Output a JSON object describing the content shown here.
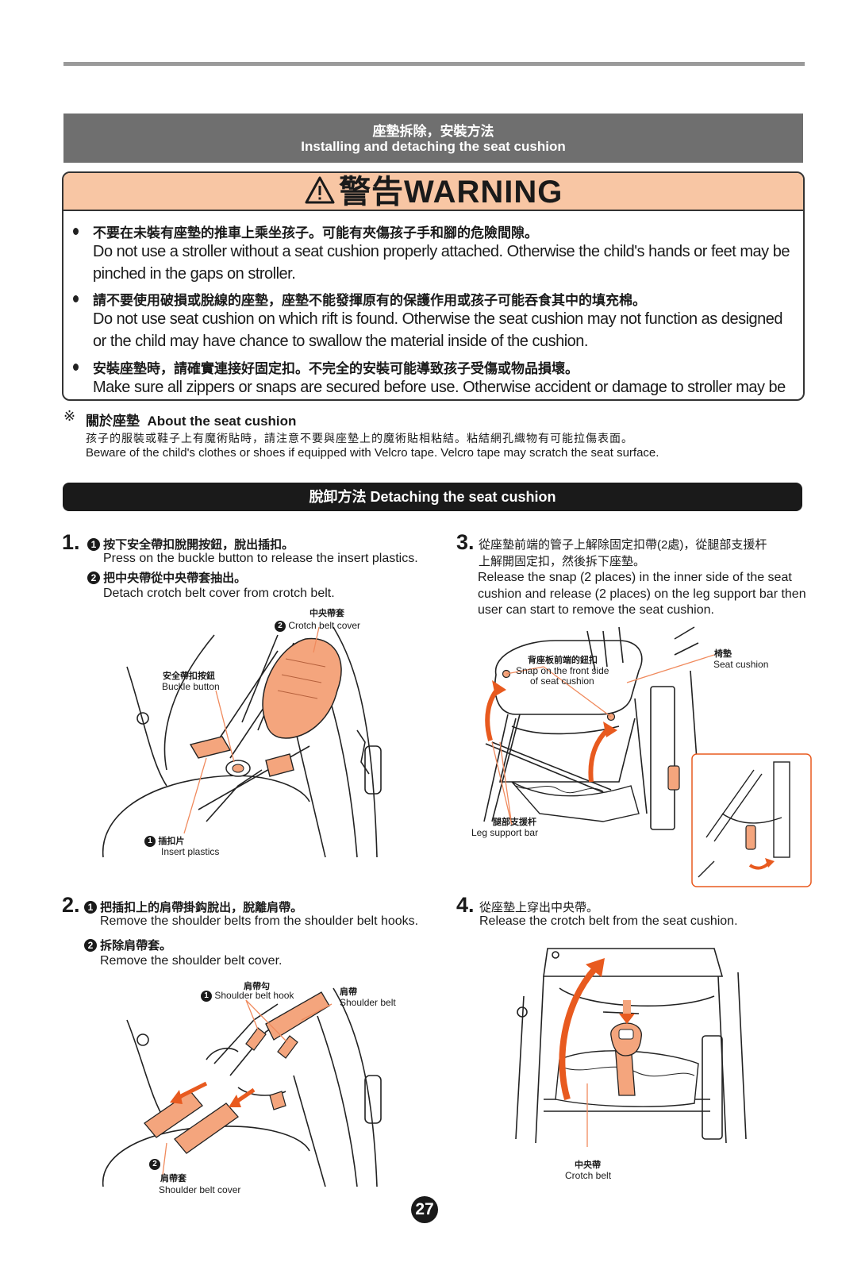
{
  "header": {
    "title_zh": "座墊拆除，安裝方法",
    "title_en": "Installing and detaching the seat cushion"
  },
  "warning": {
    "title": "警告WARNING",
    "items": [
      {
        "zh": "不要在未裝有座墊的推車上乘坐孩子。可能有夾傷孩子手和腳的危險間隙。",
        "en": "Do not use a stroller without a seat cushion properly attached. Otherwise the child's hands or feet may be pinched in the gaps on stroller."
      },
      {
        "zh": "請不要使用破損或脫線的座墊，座墊不能發揮原有的保護作用或孩子可能吞食其中的填充棉。",
        "en": "Do not use seat cushion on which rift is found. Otherwise the seat cushion may not function as designed or the child may have chance to swallow the material inside of the cushion."
      },
      {
        "zh": "安裝座墊時，請確實連接好固定扣。不完全的安裝可能導致孩子受傷或物品損壞。",
        "en": "Make sure all zippers or snaps are secured before use. Otherwise accident or damage to stroller may be caused."
      }
    ]
  },
  "note": {
    "mark": "※",
    "title_zh": "關於座墊",
    "title_en": "About the seat cushion",
    "zh": "孩子的服裝或鞋子上有魔術貼時，請注意不要與座墊上的魔術貼相粘結。粘結網孔織物有可能拉傷表面。",
    "en": "Beware of the child's clothes or shoes if equipped with Velcro tape. Velcro tape may scratch the seat surface."
  },
  "detaching": {
    "title": "脫卸方法 Detaching the seat cushion"
  },
  "steps": {
    "s1": {
      "num": "1.",
      "a_zh": "按下安全帶扣脫開按鈕，脫出插扣。",
      "a_en": "Press on the buckle button to release the insert plastics.",
      "b_zh": "把中央帶從中央帶套抽出。",
      "b_en": "Detach crotch belt cover from crotch belt.",
      "labels": {
        "crotch_cover_zh": "中央帶套",
        "crotch_cover_en": "Crotch belt cover",
        "buckle_zh": "安全帶扣按鈕",
        "buckle_en": "Buckle button",
        "insert_zh": "插扣片",
        "insert_en": "Insert plastics"
      }
    },
    "s2": {
      "num": "2.",
      "a_zh": "把插扣上的肩帶掛鈎脫出，脫離肩帶。",
      "a_en": "Remove the shoulder belts from the shoulder belt hooks.",
      "b_zh": "拆除肩帶套。",
      "b_en": "Remove the shoulder belt cover.",
      "labels": {
        "hook_zh": "肩帶勾",
        "hook_en": "Shoulder belt hook",
        "belt_zh": "肩帶",
        "belt_en": "Shoulder belt",
        "cover_zh": "肩帶套",
        "cover_en": "Shoulder belt cover"
      }
    },
    "s3": {
      "num": "3.",
      "zh1": "從座墊前端的管子上解除固定扣帶(2處)，從腿部支援杆",
      "zh2": "上解開固定扣，然後拆下座墊。",
      "en": "Release the snap (2 places) in the inner side of the seat cushion and release (2 places) on the leg support bar then user can start to remove the seat cushion.",
      "labels": {
        "snap_zh": "背座板前端的鈕扣",
        "snap_en1": "Snap on the front side",
        "snap_en2": "of seat cushion",
        "seat_zh": "椅墊",
        "seat_en": "Seat cushion",
        "leg_zh": "腿部支援杆",
        "leg_en": "Leg support bar"
      }
    },
    "s4": {
      "num": "4.",
      "zh": "從座墊上穿出中央帶。",
      "en": "Release the crotch belt from the seat cushion.",
      "labels": {
        "crotch_zh": "中央帶",
        "crotch_en": "Crotch belt"
      }
    }
  },
  "circled": {
    "one": "1",
    "two": "2"
  },
  "page_number": "27",
  "colors": {
    "accent": "#f08a5d",
    "warning_bg": "#f8c6a4",
    "arrow": "#e85a1f",
    "header_bg": "#6f6f6f"
  }
}
